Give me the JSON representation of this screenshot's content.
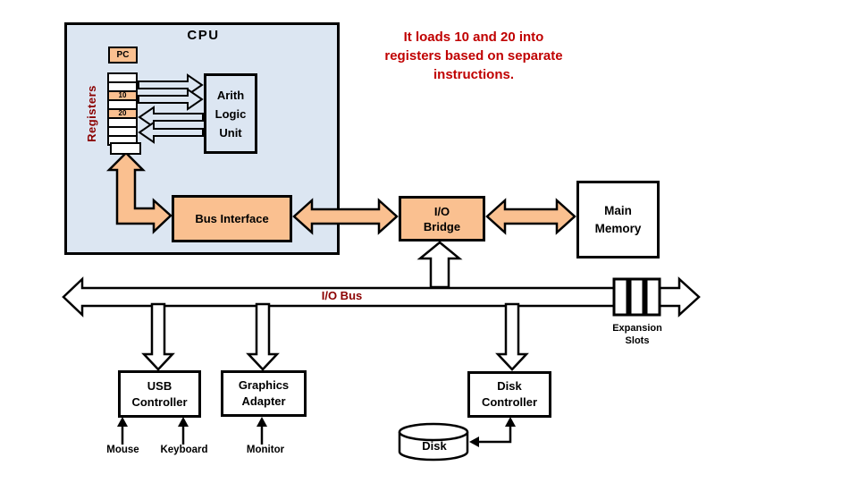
{
  "cpu": {
    "label": "CPU",
    "pc": "PC",
    "registers_label": "Registers",
    "register_rows": [
      "",
      "",
      "10",
      "",
      "20",
      "",
      "",
      ""
    ],
    "alu": [
      "Arith",
      "Logic",
      "Unit"
    ]
  },
  "annotation": {
    "lines": [
      "It loads 10 and 20 into",
      "registers based on separate",
      "instructions."
    ]
  },
  "bus": {
    "bus_interface": "Bus Interface",
    "io_bridge": [
      "I/O",
      "Bridge"
    ],
    "main_memory": [
      "Main",
      "Memory"
    ],
    "io_bus": "I/O Bus",
    "expansion_slots": [
      "Expansion",
      "Slots"
    ]
  },
  "peripherals": {
    "usb_controller": [
      "USB",
      "Controller"
    ],
    "graphics_adapter": [
      "Graphics",
      "Adapter"
    ],
    "disk_controller": [
      "Disk",
      "Controller"
    ],
    "mouse": "Mouse",
    "keyboard": "Keyboard",
    "monitor": "Monitor",
    "disk": "Disk"
  },
  "colors": {
    "cpu_fill": "#DCE6F2",
    "accent_peach": "#FAC090",
    "heading_red": "#C00000",
    "label_dark_red": "#8B0000"
  }
}
